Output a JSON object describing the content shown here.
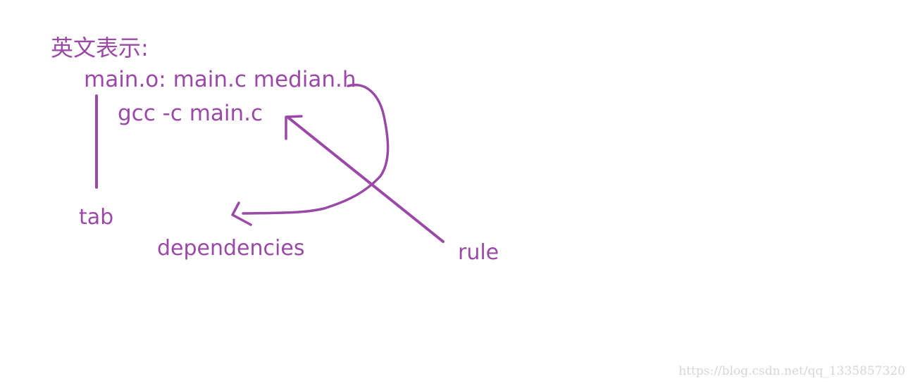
{
  "colors": {
    "ink": "#9a4aa6",
    "watermark": "#d6d6d6",
    "background": "#ffffff"
  },
  "heading": "英文表示:",
  "code": {
    "line1": "main.o: main.c median.h",
    "line2": "gcc -c main.c"
  },
  "annotations": {
    "tab": "tab",
    "dependencies": "dependencies",
    "rule": "rule"
  },
  "watermark": "https://blog.csdn.net/qq_1335857320"
}
